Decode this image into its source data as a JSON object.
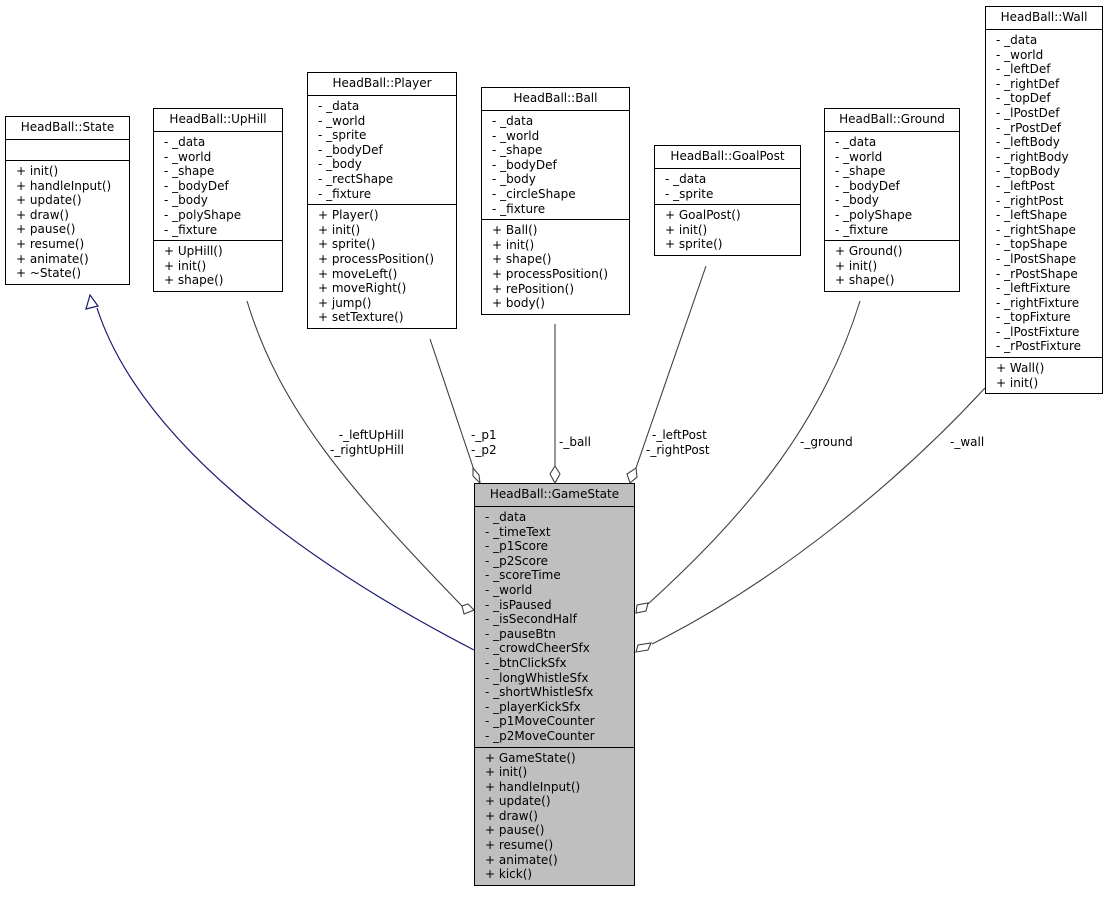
{
  "diagram": {
    "type": "uml-collaboration",
    "colors": {
      "highlight_fill": "#bfbfbf",
      "inheritance_edge": "#191970",
      "association_edge": "#404040"
    },
    "classes": {
      "state": {
        "name": "HeadBall::State",
        "attributes": [],
        "methods": [
          "+ init()",
          "+ handleInput()",
          "+ update()",
          "+ draw()",
          "+ pause()",
          "+ resume()",
          "+ animate()",
          "+ ~State()"
        ]
      },
      "uphill": {
        "name": "HeadBall::UpHill",
        "attributes": [
          "- _data",
          "- _world",
          "- _shape",
          "- _bodyDef",
          "- _body",
          "- _polyShape",
          "- _fixture"
        ],
        "methods": [
          "+ UpHill()",
          "+ init()",
          "+ shape()"
        ]
      },
      "player": {
        "name": "HeadBall::Player",
        "attributes": [
          "- _data",
          "- _world",
          "- _sprite",
          "- _bodyDef",
          "- _body",
          "- _rectShape",
          "- _fixture"
        ],
        "methods": [
          "+ Player()",
          "+ init()",
          "+ sprite()",
          "+ processPosition()",
          "+ moveLeft()",
          "+ moveRight()",
          "+ jump()",
          "+ setTexture()"
        ]
      },
      "ball": {
        "name": "HeadBall::Ball",
        "attributes": [
          "- _data",
          "- _world",
          "- _shape",
          "- _bodyDef",
          "- _body",
          "- _circleShape",
          "- _fixture"
        ],
        "methods": [
          "+ Ball()",
          "+ init()",
          "+ shape()",
          "+ processPosition()",
          "+ rePosition()",
          "+ body()"
        ]
      },
      "goalpost": {
        "name": "HeadBall::GoalPost",
        "attributes": [
          "- _data",
          "- _sprite"
        ],
        "methods": [
          "+ GoalPost()",
          "+ init()",
          "+ sprite()"
        ]
      },
      "ground": {
        "name": "HeadBall::Ground",
        "attributes": [
          "- _data",
          "- _world",
          "- _shape",
          "- _bodyDef",
          "- _body",
          "- _polyShape",
          "- _fixture"
        ],
        "methods": [
          "+ Ground()",
          "+ init()",
          "+ shape()"
        ]
      },
      "wall": {
        "name": "HeadBall::Wall",
        "attributes": [
          "- _data",
          "- _world",
          "- _leftDef",
          "- _rightDef",
          "- _topDef",
          "- _lPostDef",
          "- _rPostDef",
          "- _leftBody",
          "- _rightBody",
          "- _topBody",
          "- _leftPost",
          "- _rightPost",
          "- _leftShape",
          "- _rightShape",
          "- _topShape",
          "- _lPostShape",
          "- _rPostShape",
          "- _leftFixture",
          "- _rightFixture",
          "- _topFixture",
          "- _lPostFixture",
          "- _rPostFixture"
        ],
        "methods": [
          "+ Wall()",
          "+ init()"
        ]
      },
      "gamestate": {
        "name": "HeadBall::GameState",
        "attributes": [
          "- _data",
          "- _timeText",
          "- _p1Score",
          "- _p2Score",
          "- _scoreTime",
          "- _world",
          "- _isPaused",
          "- _isSecondHalf",
          "- _pauseBtn",
          "- _crowdCheerSfx",
          "- _btnClickSfx",
          "- _longWhistleSfx",
          "- _shortWhistleSfx",
          "- _playerKickSfx",
          "- _p1MoveCounter",
          "- _p2MoveCounter"
        ],
        "methods": [
          "+ GameState()",
          "+ init()",
          "+ handleInput()",
          "+ update()",
          "+ draw()",
          "+ pause()",
          "+ resume()",
          "+ animate()",
          "+ kick()"
        ]
      }
    },
    "edges": {
      "uphill": {
        "line1": "-_leftUpHill",
        "line2": "-_rightUpHill"
      },
      "player": {
        "line1": "-_p1",
        "line2": "-_p2"
      },
      "ball": {
        "line1": "-_ball"
      },
      "goalpost": {
        "line1": "-_leftPost",
        "line2": "-_rightPost"
      },
      "ground": {
        "line1": "-_ground"
      },
      "wall": {
        "line1": "-_wall"
      }
    }
  }
}
